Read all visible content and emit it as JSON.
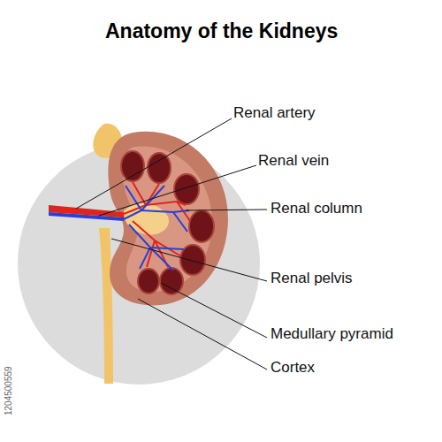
{
  "diagram": {
    "title": "Anatomy of the Kidneys",
    "labels": [
      "Renal artery",
      "Renal vein",
      "Renal column",
      "Renal pelvis",
      "Medullary pyramid",
      "Cortex",
      "1204500559"
    ]
  }
}
